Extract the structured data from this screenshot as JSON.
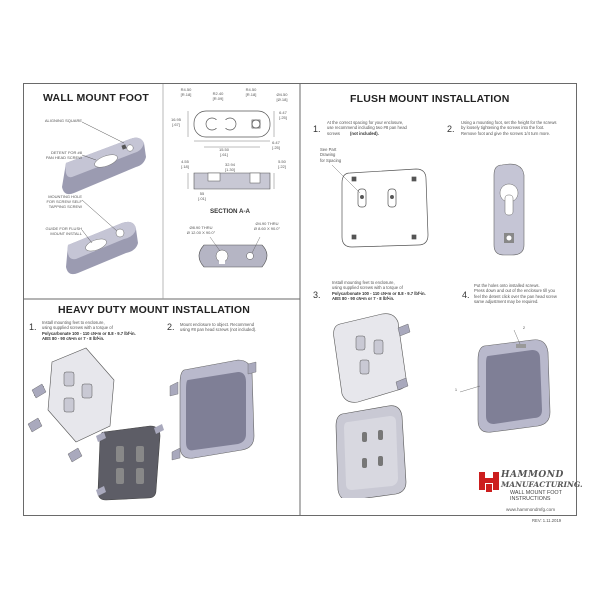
{
  "sections": {
    "wall_mount_foot": {
      "title": "WALL MOUNT FOOT",
      "callouts": {
        "aligning_square": "ALIGNING SQUARE",
        "detent": "DETENT FOR #8\nPAN HEAD SCREW",
        "mounting_hole": "MOUNTING HOLE\nFOR SCREW SELF\nTAPPING SCREW",
        "guide": "GUIDE FOR FLUSH\nMOUNT INSTALL"
      }
    },
    "drawing": {
      "dims": {
        "r450_left": "R4.50\n[R.18]",
        "r240": "R2.40\n[R.09]",
        "r450_right": "R4.50\n[R.18]",
        "d450": "Ø4.50\n[Ø.18]",
        "d1695": "16.95\n[.67]",
        "d1550": "15.50\n[.61]",
        "d647_top": "6.47\n[.25]",
        "d647_bot": "6.47\n[.25]",
        "d3294": "32.94\n[1.30]",
        "d455": "4.55\n[.18]",
        "d550": "5.50\n[.22]",
        "d55": "55\n[.01]",
        "d890": "Ø8.90 THRU\nØ 12.00 X 90.0°",
        "d490": "Ø4.90 THRU\nØ 8.60 X 90.0°"
      },
      "section_label": "SECTION A-A"
    },
    "heavy_duty": {
      "title": "HEAVY DUTY MOUNT INSTALLATION",
      "step1_num": "1.",
      "step1_text": "Install mounting feet to enclosure,\nusing supplied screws with a torque of",
      "step1_bold": "Polycarbonate 100 - 110 cN•m or 8.8 - 9.7 lbf•in.\nABS 80 - 90 cN•m or 7 - 8 lbf•in.",
      "step2_num": "2.",
      "step2_text": "Mount enclosure to object. Recommend\nusing #8 pan head screws (not included)."
    },
    "flush_mount": {
      "title": "FLUSH MOUNT INSTALLATION",
      "step1_num": "1.",
      "step1_text": "At the correct spacing for your enclosure,\nuse recommend including two #8 pan head\nscrews",
      "step1_bold": "(not included).",
      "step2_num": "2.",
      "step2_text": "Using a mounting foot, set the height for the screws\nby loosely tightening the screws into the foot.\nRemove foot and give the screws 1/4 turn more.",
      "callout_spacing": "See Part\nDrawing\nfor Spacing",
      "step3_num": "3.",
      "step3_text": "Install mounting feet to enclosure,\nusing supplied screws with a torque of",
      "step3_bold": "Polycarbonate 100 - 110 cN•m or 8.8 - 9.7 lbf•in.\nABS 80 - 90 cN•m or 7 - 8 lbf•in.",
      "step4_num": "4.",
      "step4_text": "Put the holes onto installed screws.\nPress down and out of the enclosure till you\nfeel the detent click over the pan head screw\nsame adjustment may be required.",
      "part_num_1": "1",
      "part_num_2": "2"
    }
  },
  "footer": {
    "brand_line1": "HAMMOND",
    "brand_line2": "MANUFACTURING.",
    "doc_title": "WALL MOUNT FOOT\nINSTRUCTIONS",
    "website": "www.hammondmfg.com",
    "revision": "REV: 1.11.2019"
  },
  "colors": {
    "enclosure_face": "#7f7f96",
    "enclosure_body": "#b9b9cc",
    "foot": "#a9a9bd",
    "dark_plate": "#5d5d66",
    "light_plate": "#e7e7ec",
    "logo_red": "#cc1e1e",
    "border": "#6a6a6a"
  }
}
